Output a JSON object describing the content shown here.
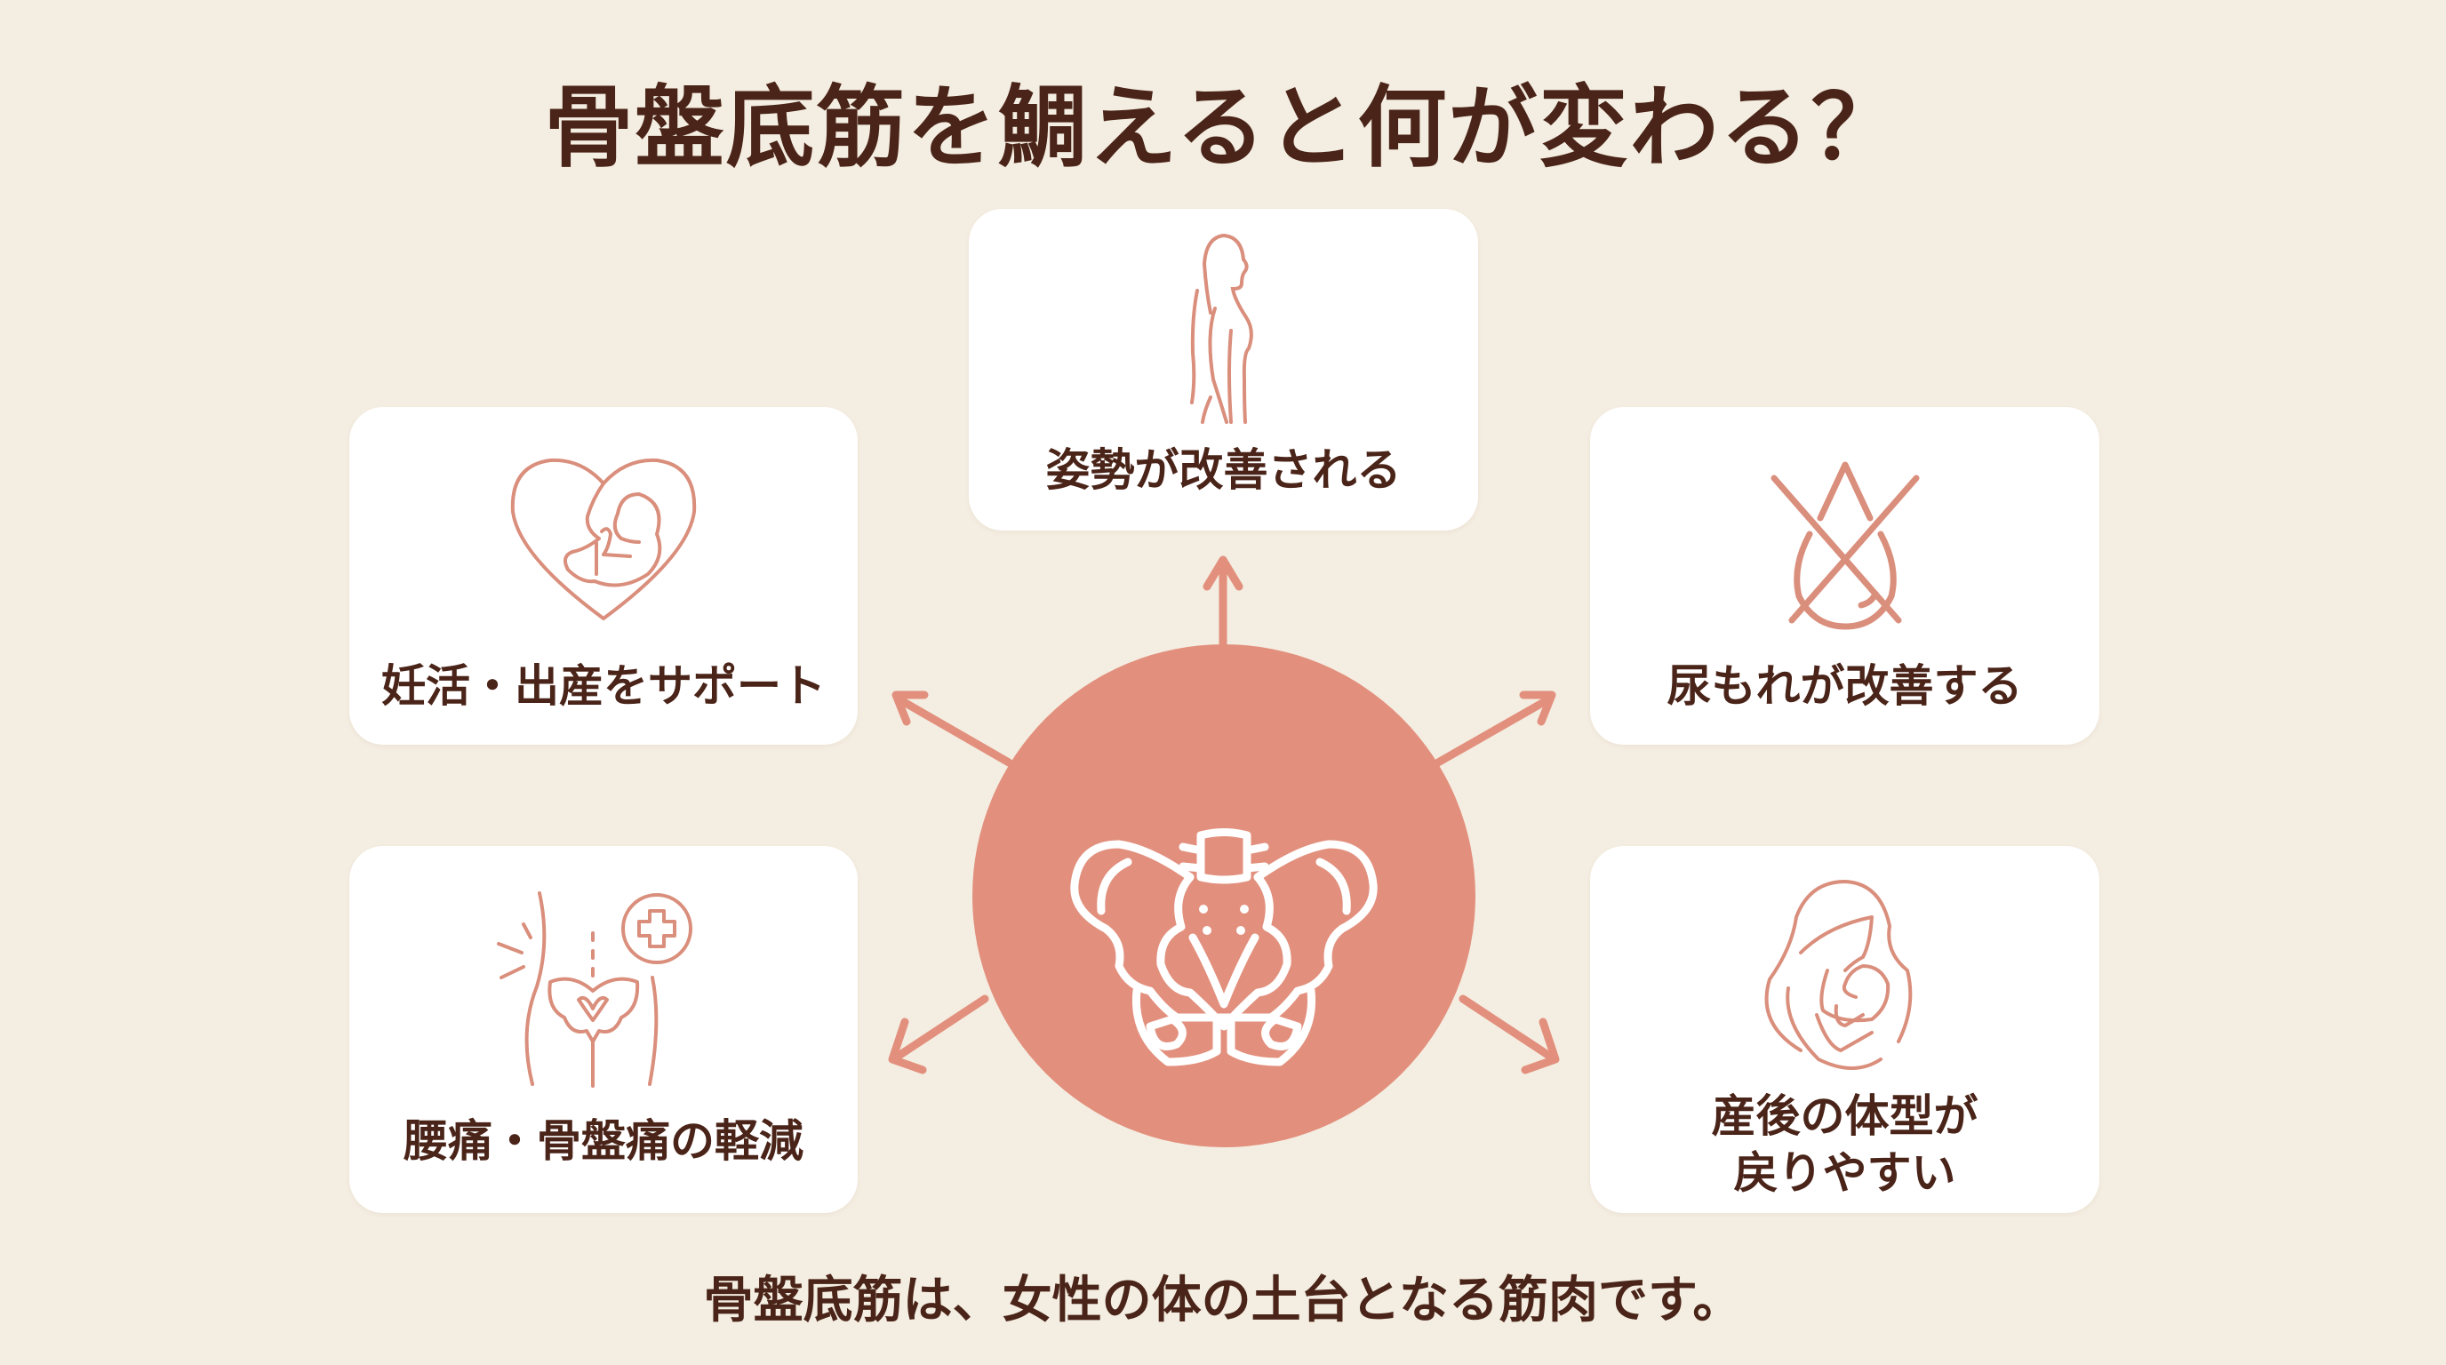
{
  "title": "骨盤底筋を鯛えると何が変わる？",
  "center": {
    "icon": "pelvis-icon",
    "color": "#E2907D"
  },
  "benefits": [
    {
      "id": "posture",
      "label": "姿勢が改善される",
      "icon": "posture-silhouette-icon",
      "position": "top"
    },
    {
      "id": "pregnancy",
      "label": "妊活・出産をサポート",
      "icon": "heart-fetus-icon",
      "position": "top-left"
    },
    {
      "id": "incontinence",
      "label": "尿もれが改善する",
      "icon": "crossed-drop-icon",
      "position": "top-right"
    },
    {
      "id": "pain",
      "label": "腰痛・骨盤痛の軽減",
      "icon": "pelvis-pain-relief-icon",
      "position": "bottom-left"
    },
    {
      "id": "postpartum",
      "label_lines": [
        "産後の体型が",
        "戻りやすい"
      ],
      "icon": "mother-baby-icon",
      "position": "bottom-right"
    }
  ],
  "caption": "骨盤底筋は、女性の体の土台となる筋肉です。",
  "colors": {
    "background": "#F4EDE1",
    "accent": "#E2907D",
    "text": "#4A2418",
    "card": "#FFFFFF"
  }
}
